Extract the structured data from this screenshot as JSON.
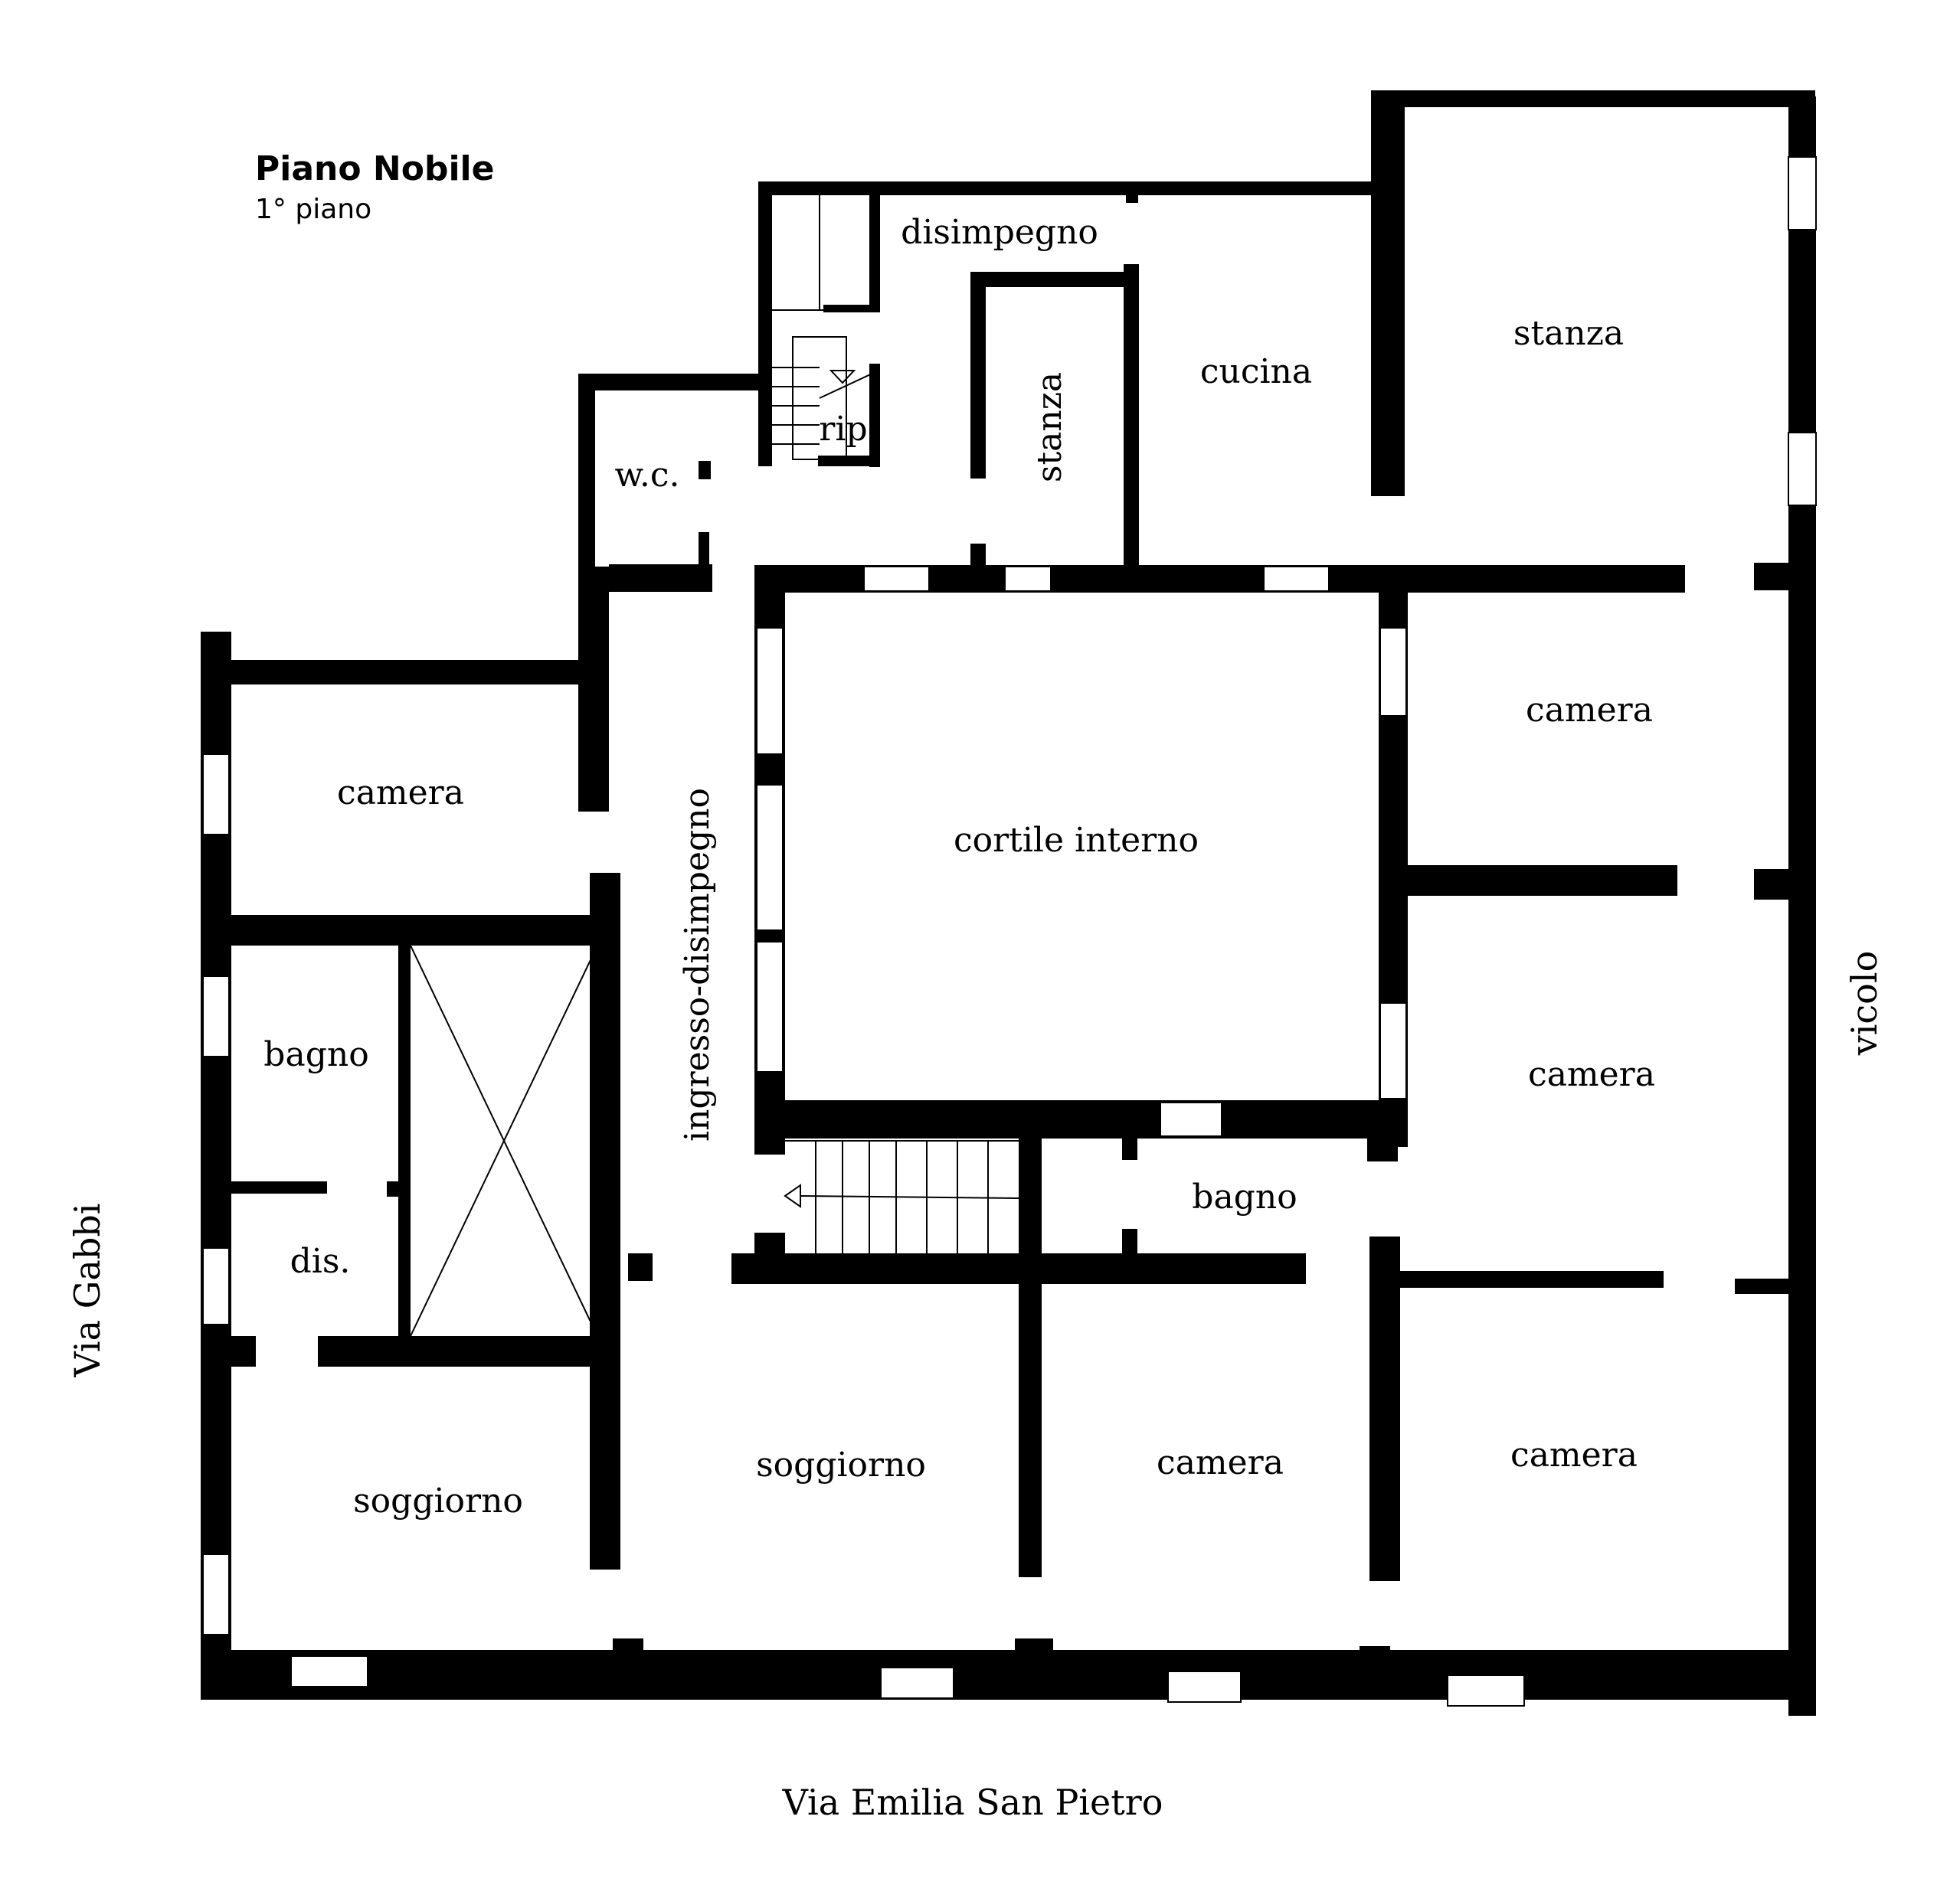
{
  "title": "Piano Nobile",
  "subtitle": "1° piano",
  "rooms": {
    "disimpegno": "disimpegno",
    "cucina": "cucina",
    "stanza_top": "stanza",
    "stanza_small": "stanza",
    "rip": "rip.",
    "wc": "w.c.",
    "camera_west": "camera",
    "cortile": "cortile interno",
    "ingresso": "ingresso-disimpegno",
    "camera_east1": "camera",
    "camera_east2": "camera",
    "bagno_west": "bagno",
    "dis": "dis.",
    "bagno_center": "bagno",
    "soggiorno_west": "soggiorno",
    "soggiorno_center": "soggiorno",
    "camera_south1": "camera",
    "camera_south2": "camera"
  },
  "streets": {
    "west": "Via Gabbi",
    "south": "Via Emilia San Pietro",
    "east": "vicolo"
  }
}
